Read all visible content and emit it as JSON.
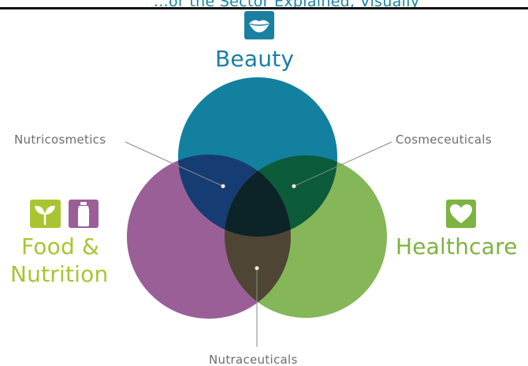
{
  "header": {
    "caption": "...or the Sector Explained, Visually"
  },
  "diagram": {
    "sets": {
      "beauty": "Beauty",
      "food_line1": "Food &",
      "food_line2": "Nutrition",
      "healthcare": "Healthcare"
    },
    "intersections": {
      "nutricosmetics": "Nutricosmetics",
      "cosmeceuticals": "Cosmeceuticals",
      "nutraceuticals": "Nutraceuticals"
    },
    "icons": {
      "beauty": "lips-icon",
      "food": [
        "sprout-icon",
        "bottle-icon"
      ],
      "healthcare": "heart-icon"
    },
    "colors": {
      "beauty": "#14809f",
      "food": "#9b5f97",
      "healthcare": "#85b658",
      "beauty_food": "#163d73",
      "beauty_health": "#0c5b3a",
      "food_health": "#4f4535",
      "center": "#0c2428",
      "beauty_text": "#1a7fa3",
      "food_text": "#a8c531",
      "health_text": "#7db341",
      "leader_text": "#6d6d6d"
    }
  }
}
